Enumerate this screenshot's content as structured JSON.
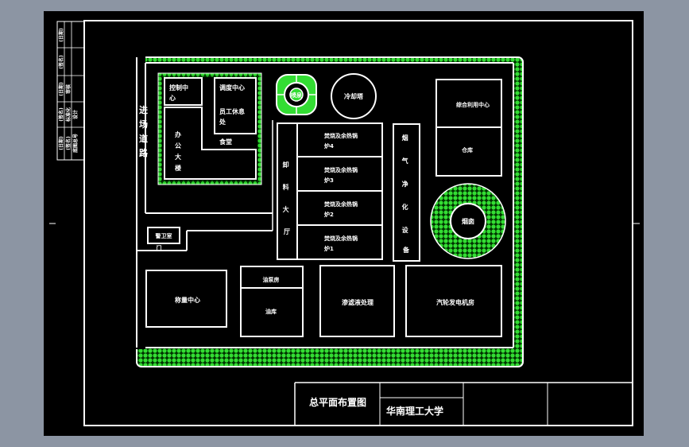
{
  "drawing": {
    "title_block": {
      "drawing_title": "总平面布置图",
      "school": "华南理工大学"
    },
    "side_stamp": {
      "sign_1": "(签名)",
      "date_1": "(日期)",
      "sign_2": "(签名)",
      "date_2": "(日期)",
      "sign_3": "(签名)",
      "date_3": "(日期)",
      "row_a": "底图总号",
      "row_b": "设计",
      "row_c": "标准化",
      "row_d": "审核"
    },
    "site": {
      "road_label": "进场道路",
      "control_center": "控制中心",
      "office_building": "办公大楼",
      "dispatch_center": "调度中心",
      "staff_lounge": "员工休息处",
      "canteen": "食堂",
      "fountain": "喷泉",
      "cooling_tower": "冷却塔",
      "feed_hall": "卸料大厅",
      "incinerator_4": "焚烧及余热锅炉4",
      "incinerator_3": "焚烧及余热锅炉3",
      "incinerator_2": "焚烧及余热锅炉2",
      "incinerator_1": "焚烧及余热锅炉1",
      "flue_gas_purification": "烟气净化设备",
      "utilization_center": "综合利用中心",
      "warehouse": "仓库",
      "chimney": "烟囱",
      "guard_room": "警卫室",
      "gate": "门",
      "weighing_center": "称量中心",
      "oil_pump_house": "油泵房",
      "oil_depot": "油库",
      "leachate_treatment": "渗滤液处理",
      "turbine_generator": "汽轮发电机房"
    },
    "colors": {
      "background": "#000000",
      "line": "#ffffff",
      "greenery": "#22cc22",
      "frame": "#8c95a3"
    }
  }
}
